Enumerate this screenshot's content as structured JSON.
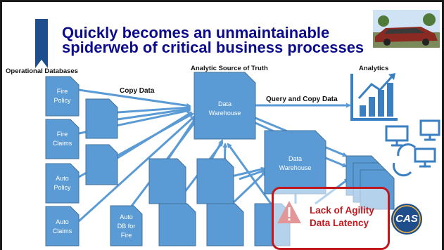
{
  "slide": {
    "title_line1": "Quickly becomes an unmaintainable",
    "title_line2": "spiderweb of critical business processes"
  },
  "sections": {
    "operational": "Operational Databases",
    "analytic": "Analytic Source of Truth",
    "analytics": "Analytics"
  },
  "edge_labels": {
    "copy": "Copy Data",
    "query": "Query and Copy Data"
  },
  "sources": [
    {
      "line1": "Fire",
      "line2": "Policy"
    },
    {
      "line1": "Fire",
      "line2": "Claims"
    },
    {
      "line1": "Auto",
      "line2": "Policy"
    },
    {
      "line1": "Auto",
      "line2": "Claims"
    }
  ],
  "auto_db": {
    "line1": "Auto",
    "line2": "DB for",
    "line3": "Fire"
  },
  "warehouse_main": {
    "line1": "Data",
    "line2": "Warehouse"
  },
  "warehouse_second": {
    "line1": "Data",
    "line2": "Warehouse"
  },
  "callout": {
    "line1": "Lack of Agility",
    "line2": "Data Latency"
  },
  "logo_text": "CAS",
  "colors": {
    "doc": "#5b9bd5",
    "doc_border": "#41719c",
    "arrow": "#5b9bd5",
    "title": "#0b0b8c",
    "alert": "#c0181c",
    "accent_bar": "#1f4e8c"
  },
  "icons": [
    "car-photo",
    "bar-chart-icon",
    "computer-sync-icon",
    "warning-icon",
    "cas-logo"
  ]
}
